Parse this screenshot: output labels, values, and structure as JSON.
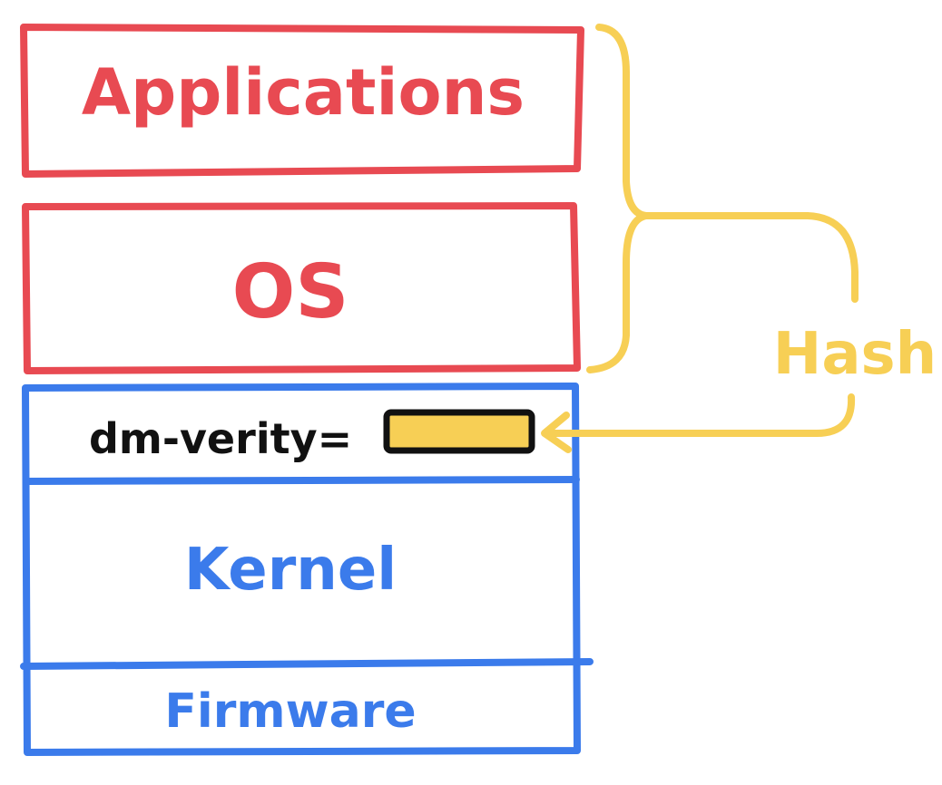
{
  "layers": {
    "applications": {
      "label": "Applications"
    },
    "os": {
      "label": "OS"
    },
    "dm_verity": {
      "label": "dm-verity="
    },
    "kernel": {
      "label": "Kernel"
    },
    "firmware": {
      "label": "Firmware"
    }
  },
  "hash": {
    "label": "Hash"
  },
  "colors": {
    "red": "#E84A52",
    "blue": "#3B7BEB",
    "yellow": "#F7CF55",
    "black": "#111111"
  }
}
